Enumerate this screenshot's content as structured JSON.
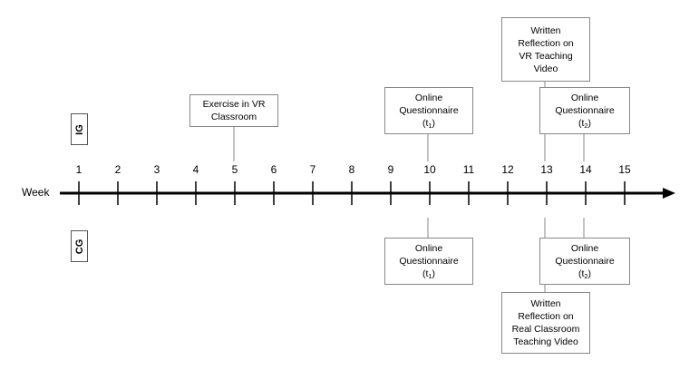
{
  "axis": {
    "label": "Week",
    "weeks": [
      "1",
      "2",
      "3",
      "4",
      "5",
      "6",
      "7",
      "8",
      "9",
      "10",
      "11",
      "12",
      "13",
      "14",
      "15"
    ]
  },
  "groups": {
    "ig": "IG",
    "cg": "CG"
  },
  "ig_events": {
    "exercise_vr": {
      "line1": "Exercise in VR",
      "line2": "Classroom"
    },
    "questionnaire_t1": {
      "line1": "Online",
      "line2": "Questionnaire",
      "t_base": "(t",
      "t_sub": "1",
      "t_close": ")"
    },
    "written_reflection_vr": {
      "line1": "Written",
      "line2": "Reflection on",
      "line3": "VR Teaching",
      "line4": "Video"
    },
    "questionnaire_t2": {
      "line1": "Online",
      "line2": "Questionnaire",
      "t_base": "(t",
      "t_sub": "2",
      "t_close": ")"
    }
  },
  "cg_events": {
    "questionnaire_t1": {
      "line1": "Online",
      "line2": "Questionnaire",
      "t_base": "(t",
      "t_sub": "1",
      "t_close": ")"
    },
    "questionnaire_t2": {
      "line1": "Online",
      "line2": "Questionnaire",
      "t_base": "(t",
      "t_sub": "2",
      "t_close": ")"
    },
    "written_reflection_real": {
      "line1": "Written",
      "line2": "Reflection on",
      "line3": "Real Classroom",
      "line4": "Teaching Video"
    }
  }
}
